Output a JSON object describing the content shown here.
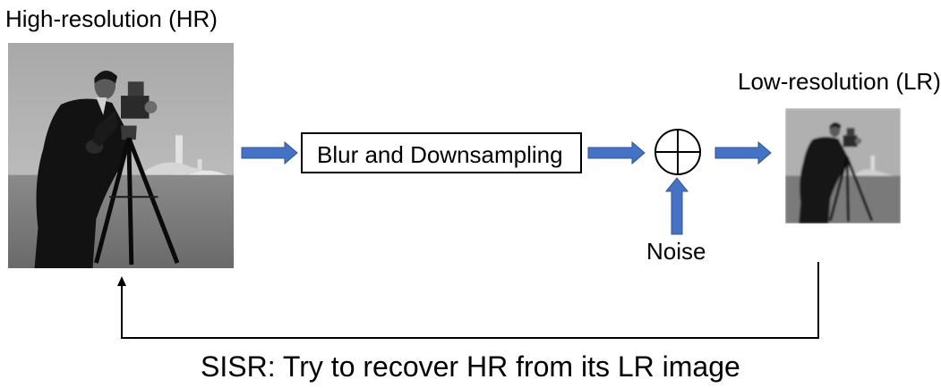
{
  "hr_title": "High-resolution (HR)",
  "lr_title": "Low-resolution (LR)",
  "process_box_label": "Blur and Downsampling",
  "noise_label": "Noise",
  "caption": "SISR: Try to recover HR from its LR image",
  "colors": {
    "arrow_blue": "#4472C4",
    "arrow_blue_edge": "#2F5597",
    "line": "#000000"
  },
  "icons": {
    "adder": "circle-plus-icon"
  }
}
